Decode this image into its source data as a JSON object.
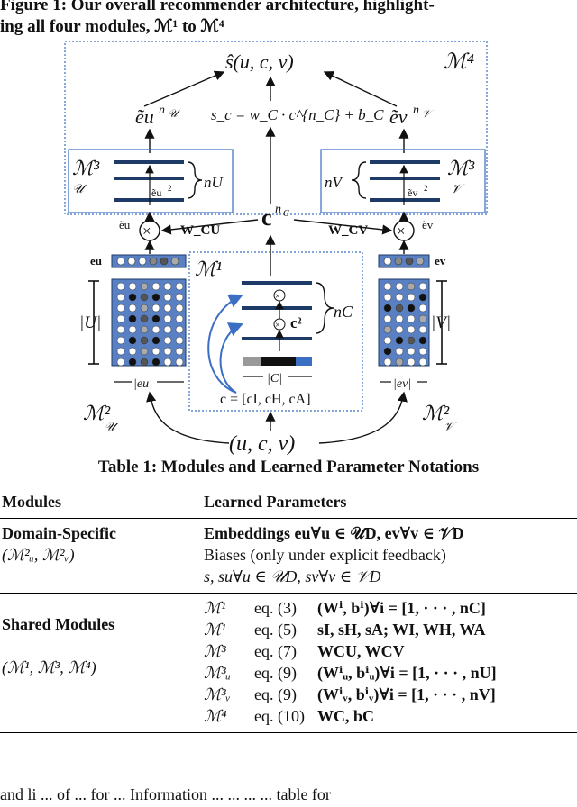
{
  "figure": {
    "caption_line1": "Figure 1: Our overall recommender architecture, highlight-",
    "caption_line2": "ing all four modules, ℳ¹ to ℳ⁴",
    "labels": {
      "m4": "ℳ⁴",
      "m1": "ℳ¹",
      "m3u": "ℳ³",
      "m3v": "ℳ³",
      "m2u": "ℳ²",
      "m2v": "ℳ²",
      "score": "ŝ(u, c, v)",
      "eu_n": "ẽu",
      "ev_n": "ẽv",
      "score_formula": "s_c = w_C · c^{n_C} + b_C",
      "cn": "c",
      "wcu": "W_CU",
      "wcv": "W_CV",
      "nu": "nU",
      "nv": "nV",
      "nc": "nC",
      "c2": "c²",
      "ctuple": "c = [cI, cH, cA]",
      "card_c": "|C|",
      "card_u": "|U|",
      "card_v": "|V|",
      "eu_dim": "|eu|",
      "ev_dim": "|ev|",
      "eu_vec": "eu",
      "ev_vec": "ev",
      "input": "(u, c, v)"
    }
  },
  "table": {
    "caption": "Table 1: Modules and Learned Parameter Notations",
    "headers": [
      "Modules",
      "Learned Parameters"
    ],
    "rows": [
      {
        "module_line1": "Domain-Specific",
        "module_line2": "(ℳ²ᵤ, ℳ²ᵥ)",
        "params": [
          "Embeddings eu∀u ∈ 𝒰D, ev∀v ∈ 𝒱D",
          "Biases (only under explicit feedback)",
          "s, su∀u ∈ 𝒰D, sv∀v ∈ 𝒱D"
        ]
      },
      {
        "module_line1": "Shared Modules",
        "module_line2": "(ℳ¹, ℳ³, ℳ⁴)",
        "params": [
          {
            "m": "ℳ¹",
            "eq": "eq. (3)",
            "p": "(Wⁱ, bⁱ)∀i = [1, · · · , nC]"
          },
          {
            "m": "ℳ¹",
            "eq": "eq. (5)",
            "p": "sI, sH, sA; WI, WH, WA"
          },
          {
            "m": "ℳ³",
            "eq": "eq. (7)",
            "p": "WCU, WCV"
          },
          {
            "m": "ℳ³ᵤ",
            "eq": "eq. (9)",
            "p": "(Wⁱᵤ, bⁱᵤ)∀i = [1, · · · , nU]"
          },
          {
            "m": "ℳ³ᵥ",
            "eq": "eq. (9)",
            "p": "(Wⁱᵥ, bⁱᵥ)∀i = [1, · · · , nV]"
          },
          {
            "m": "ℳ⁴",
            "eq": "eq. (10)",
            "p": "WC, bC"
          }
        ]
      }
    ]
  },
  "footer_text": "and li  ... of ... for ...   Information  ...  ...  ...  ...  table for"
}
